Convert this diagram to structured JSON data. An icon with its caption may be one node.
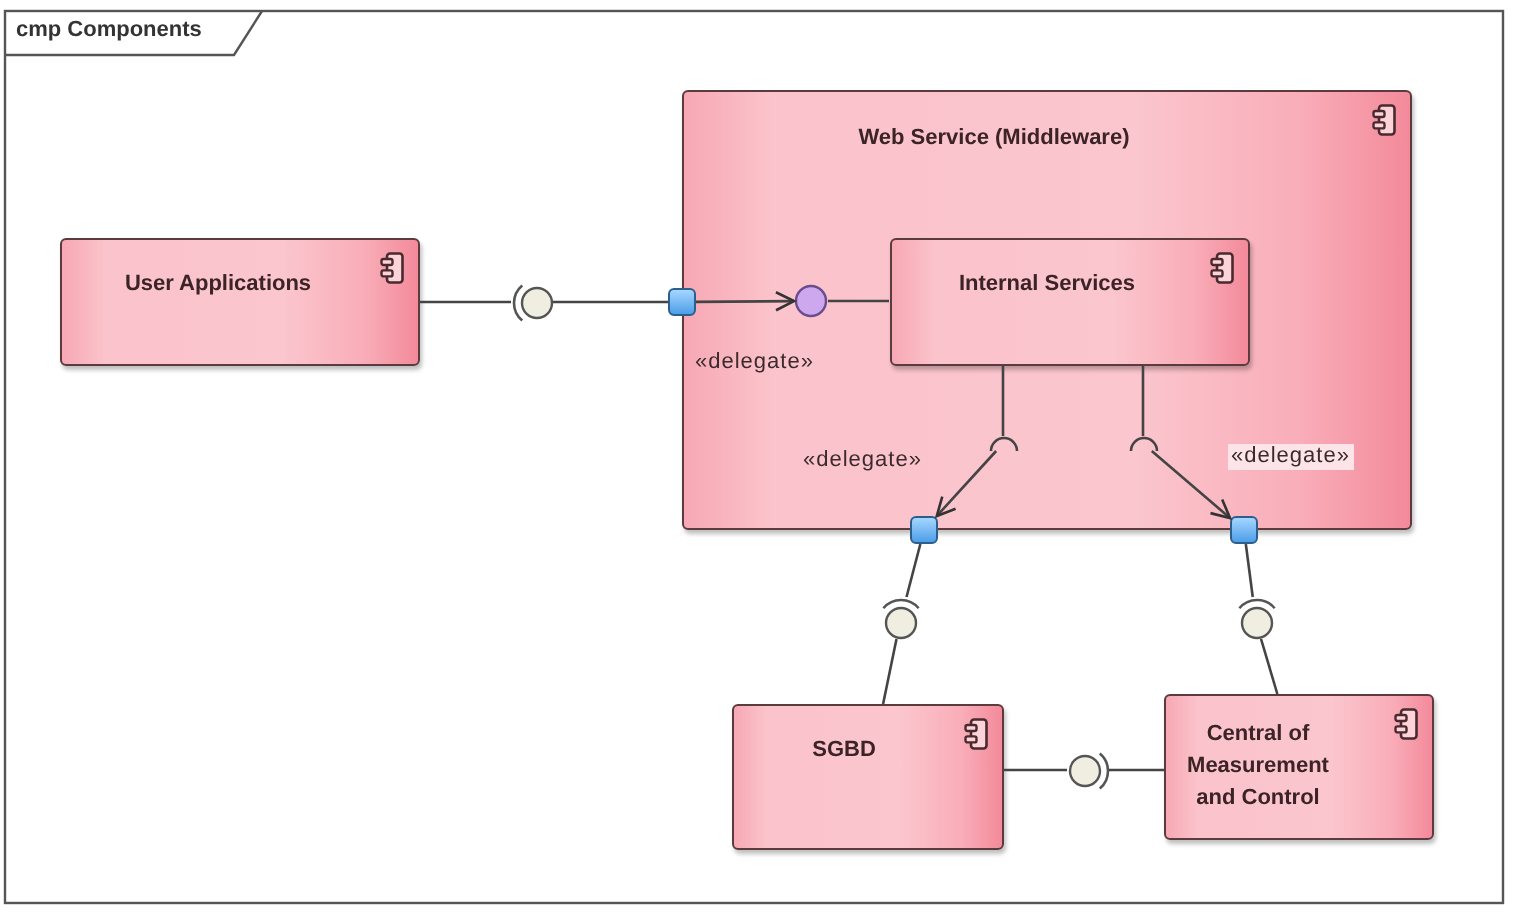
{
  "diagram": {
    "title": "cmp Components",
    "nodes": [
      {
        "text": [
          "User Applications"
        ]
      },
      {
        "text": [
          "Web Service (Middleware)"
        ]
      },
      {
        "text": [
          "Internal Services"
        ],
        "in": 1
      },
      {
        "text": [
          "SGBD"
        ]
      },
      {
        "text": [
          "Central of Measurement and Control"
        ]
      },
      {
        "text": [],
        "shape": "box"
      },
      {
        "text": [],
        "shape": "circle"
      },
      {
        "text": [],
        "shape": "circle",
        "in": 1
      },
      {
        "text": [],
        "shape": "arc",
        "in": 1
      },
      {
        "text": [],
        "shape": "arc",
        "in": 1
      },
      {
        "text": [],
        "shape": "box"
      },
      {
        "text": [],
        "shape": "box"
      },
      {
        "text": [],
        "shape": "circle"
      },
      {
        "text": [],
        "shape": "circle"
      },
      {
        "text": [],
        "shape": "circle"
      }
    ],
    "edges": [
      {
        "from": 0,
        "to": 6,
        "arrow": "none"
      },
      {
        "from": 6,
        "to": 5,
        "arrow": "none"
      },
      {
        "from": 5,
        "to": 7,
        "arrow": "to",
        "label": "«delegate»"
      },
      {
        "from": 7,
        "to": 2,
        "arrow": "none"
      },
      {
        "from": 2,
        "to": 8,
        "arrow": "none"
      },
      {
        "from": 8,
        "to": 10,
        "arrow": "to",
        "label": "«delegate»"
      },
      {
        "from": 2,
        "to": 9,
        "arrow": "none"
      },
      {
        "from": 9,
        "to": 11,
        "arrow": "to",
        "label": "«delegate»"
      },
      {
        "from": 10,
        "to": 12,
        "arrow": "none"
      },
      {
        "from": 12,
        "to": 3,
        "arrow": "none"
      },
      {
        "from": 11,
        "to": 13,
        "arrow": "none"
      },
      {
        "from": 13,
        "to": 4,
        "arrow": "none"
      },
      {
        "from": 3,
        "to": 14,
        "arrow": "none"
      },
      {
        "from": 14,
        "to": 4,
        "arrow": "none"
      }
    ]
  }
}
